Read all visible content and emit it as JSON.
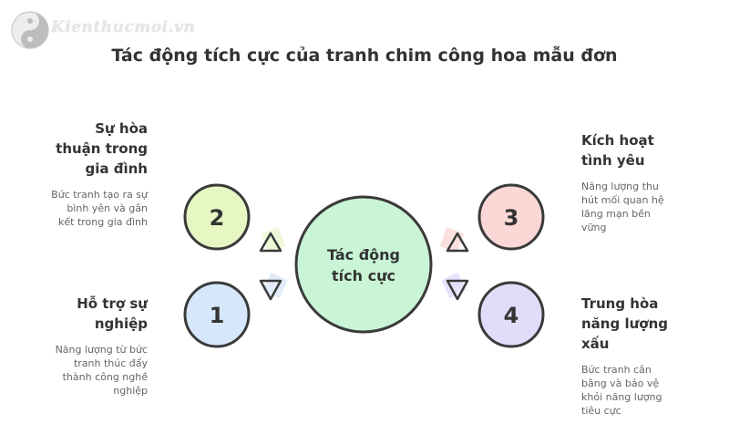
{
  "watermark": {
    "text": "Kienthucmoi.vn",
    "icon": "yin-yang-icon"
  },
  "title": "Tác động tích cực của tranh chim công hoa mẫu đơn",
  "center": {
    "line1": "Tác động",
    "line2": "tích cực",
    "color": "#c9f5d6"
  },
  "items": [
    {
      "number": "2",
      "color": "#e6f7c4",
      "heading": [
        "Sự hòa",
        "thuận trong",
        "gia đình"
      ],
      "description": [
        "Bức tranh tạo ra sự",
        "bình yên và gắn",
        "kết trong gia đình"
      ]
    },
    {
      "number": "1",
      "color": "#d7e7fb",
      "heading": [
        "Hỗ trợ sự",
        "nghiệp"
      ],
      "description": [
        "Năng lượng từ bức",
        "tranh thúc đẩy",
        "thành công nghề",
        "nghiệp"
      ]
    },
    {
      "number": "3",
      "color": "#fbd8d6",
      "heading": [
        "Kích hoạt",
        "tình yêu"
      ],
      "description": [
        "Năng lượng thu",
        "hút mối quan hệ",
        "lãng mạn bền",
        "vững"
      ]
    },
    {
      "number": "4",
      "color": "#e1dcf9",
      "heading": [
        "Trung hòa",
        "năng lượng",
        "xấu"
      ],
      "description": [
        "Bức tranh cân",
        "bằng và bảo vệ",
        "khỏi năng lượng",
        "tiêu cực"
      ]
    }
  ]
}
